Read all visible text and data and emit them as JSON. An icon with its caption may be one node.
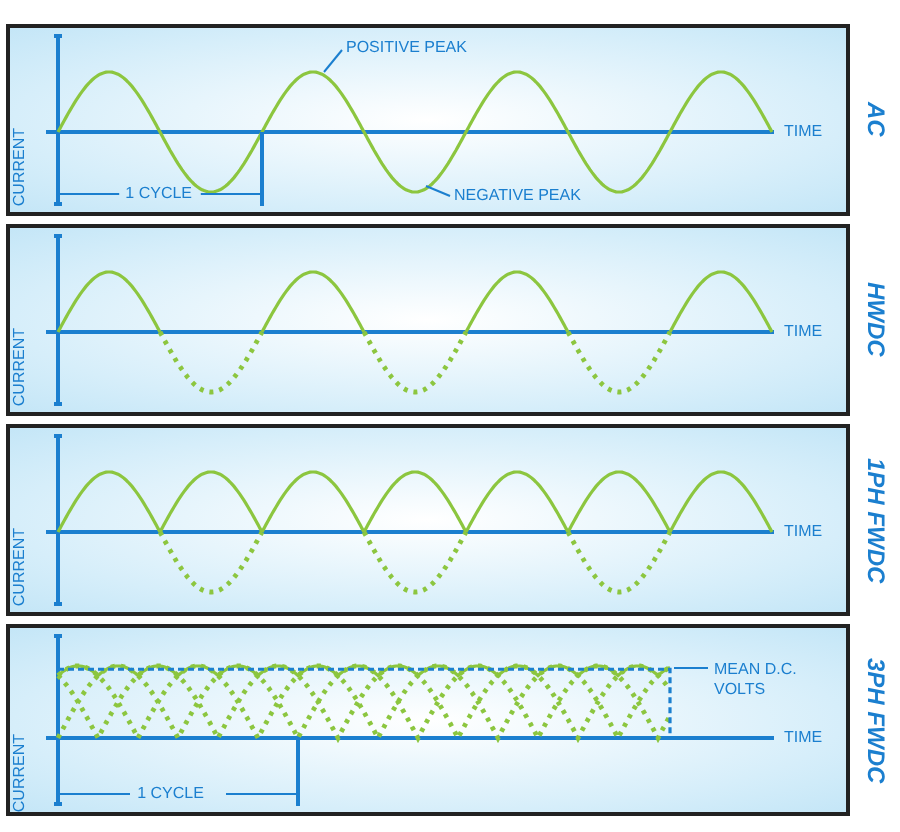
{
  "diagram": {
    "nodes": [
      {
        "text": [
          "AC",
          "CURRENT",
          "TIME",
          "1 CYCLE"
        ]
      },
      {
        "text": [
          "POSITIVE PEAK"
        ],
        "in": 0
      },
      {
        "text": [
          "NEGATIVE PEAK"
        ],
        "in": 0
      },
      {
        "text": [
          "HWDC",
          "CURRENT",
          "TIME"
        ]
      },
      {
        "text": [
          "1PH FWDC",
          "CURRENT",
          "TIME"
        ]
      },
      {
        "text": [
          "3PH FWDC",
          "CURRENT",
          "TIME",
          "1 CYCLE"
        ]
      },
      {
        "text": [
          "MEAN D.C. VOLTS"
        ],
        "in": 5
      }
    ],
    "edges": [
      {
        "from": 1,
        "to": null,
        "arrow": "none"
      },
      {
        "from": 2,
        "to": null,
        "arrow": "none"
      },
      {
        "from": 6,
        "to": null,
        "arrow": "none"
      }
    ]
  }
}
